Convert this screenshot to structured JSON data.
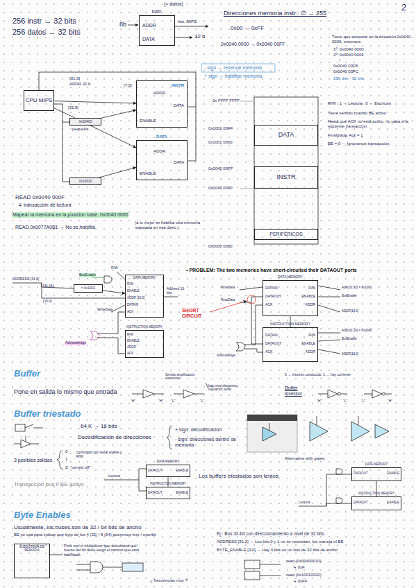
{
  "diagram": {
    "nodes": [
      {
        "text": [
          "Instr.",
          "ADDR",
          "DATA"
        ]
      },
      {
        "text": [
          "CPU MIPS"
        ]
      },
      {
        "text": [
          "INSTR",
          "ADDR",
          "DATA",
          "ENABLE"
        ]
      },
      {
        "text": [
          "DATA",
          "ADDR",
          "DATA",
          "ENABLE"
        ]
      },
      {
        "text": [
          "0x00400"
        ]
      },
      {
        "text": [
          "0x10010"
        ]
      },
      {
        "text": [
          "DATA"
        ]
      },
      {
        "text": [
          "INSTR"
        ]
      },
      {
        "text": [
          "PERIFÉRICOS"
        ]
      },
      {
        "text": [
          "DATA MEMORY",
          "R/W",
          "ENABLE",
          "ADDR [15:0]",
          "DATAIN",
          "ACK"
        ]
      },
      {
        "text": [
          "= 0x1001"
        ]
      },
      {
        "text": [
          "INSTRUCTION MEMORY",
          "R/W",
          "ENABLE",
          "ADDR",
          "ACK"
        ]
      },
      {
        "text": [
          "DATA MEMORY",
          "DATAIN",
          "DATAOUT",
          "ACK",
          "R/W",
          "ENABLE",
          "ADDR"
        ]
      },
      {
        "text": [
          "INSTRUCTION MEMORY",
          "DATAIN",
          "DATAOUT",
          "ACK",
          "R/W",
          "ENABLE",
          "ADDR"
        ]
      },
      {
        "text": [
          "DATA MEMORY",
          "DATAOUT",
          "ENABLE"
        ]
      },
      {
        "text": [
          "INSTRUCTION MEMORY",
          "DATAOUT",
          "ENABLE"
        ]
      },
      {
        "text": [
          "DATA MEMORY",
          "DATAOUT",
          "ENABLE"
        ]
      },
      {
        "text": [
          "INSTRUCTION MEMORY",
          "DATAOUT",
          "ENABLE"
        ]
      },
      {
        "text": [
          "SUBSISTEMA DE MEMORIA"
        ]
      }
    ],
    "edges": [
      {
        "from": 1,
        "to": 2,
        "arrow": "to"
      },
      {
        "from": 1,
        "to": 3,
        "arrow": "to"
      },
      {
        "from": 4,
        "to": 2,
        "arrow": "to"
      },
      {
        "from": 5,
        "to": 3,
        "arrow": "to"
      },
      {
        "from": 10,
        "to": 9,
        "arrow": "to"
      },
      {
        "from": 12,
        "to": 13,
        "arrow": "none"
      },
      {
        "from": 14,
        "to": 15,
        "arrow": "none"
      },
      {
        "from": 16,
        "to": 17,
        "arrow": "none"
      }
    ],
    "labels": [
      "2",
      "256 instr → 32 bits",
      "256 datos → 32 bits",
      "(= datos)",
      "8b",
      "sist. MIPS",
      "32 b",
      "Direcciones memoria instr.: ∅ → 255",
      "0x00 → 0xFF",
      "0x0040 0000 → 0x0040 00FF",
      "Tiene que empezar en la dirección 0x0040 0000, entonces:",
      "1º: 0x0040 0000",
      "2º: 0x0040 0004",
      "⋮",
      "0x0040 03F8",
      "0x0040 03FC",
      "256 dirs · 32 bits",
      "[31:0]",
      "ADDR 32 b",
      "[7:0]",
      "[31:8]",
      "pequeño",
      "- sign → reservar memoria",
      "+ sign → habilitar memoria",
      "0x FFFF FFFF",
      "0x1001 00FF",
      "0x1001 0000",
      "0x0040 00FF",
      "0x0040 0000",
      "0x0000 0000",
      "R/W : 1 → Lectura ; 0 → Escritura",
      "Tiene sentido cuando BE activo",
      "Hasta que ACK no está activo, no pasa a la siguiente transacción",
      "Finalizada: Ack = 1",
      "BE = 0 → Ignoramos transacción.",
      "READ 0x0040 000F",
      "↳ transacción de lectura",
      "Mapear la memoria en la posición base: 0x0040 0000",
      "READ 0x0077A0B1 → No se habilita",
      "(a lo mejor se habilita otra memoria mapeada en esa direc.)",
      "ADDRESS [31:0]",
      "[31:16]",
      "[15:0]",
      "BusEnable",
      "R/W",
      "WriteData",
      "Acknowledge",
      "Address 16 bits",
      "• PROBLEM: The two memories have short-circuited their DATAOUT ports",
      "SHORT CIRCUIT",
      "WriteData",
      "ReadData",
      "Acknowledge",
      "Addr[31:16] = 0x1001",
      "BusEnable",
      "ADDR[15:0]",
      "Addr[31:16] = 0x0040",
      "BusEnable",
      "ADDR[15:0]",
      "Buffer",
      "Pone en salida lo mismo que entrada",
      "Sentido amplificación electrónico",
      "bajo nivel electrónico regulación señal",
      "“H”",
      "“H”",
      "“L”",
      "“L”",
      "Buffer inversor",
      "“H”",
      "“L”",
      "“L”",
      "“H”",
      "0 → electrón conducido; 1 → hay corriente",
      "Buffer triestado",
      "64 K → 16 bits",
      "Decodificación de direcciones",
      "+ sign: decodificación",
      "- sign: direcciones dentro de memoria",
      "3 posibles salidas",
      "0",
      "1",
      "Z: “turned off”",
      "controlado por señal enable y R/W",
      "Transacción bus if BE activo",
      "Lectura",
      "Los buffers triestados son lentos",
      "Alternative with gates:",
      "Lectura",
      "Byte Enables",
      "Usualmente, los buses son de 32 / 64 bits de ancho",
      "BE se usa para indicar qué byte de los 4 (32) / 8 (64) queremos leer / escribir",
      "Pero con el multiplexor que selecciona qué fuente del bit debe elegir el camino que está habilitado",
      "¿ frecuencias muy ?",
      "Ej.: Bus 32-bit con direccionamiento a nivel de 32 bits.",
      "ADDRESS [31:2] → Los bits 0 y 1 no se necesitan, los maneja el BE",
      "BYTE_ENABLE [3:0] → Hay 4 bits en un bus de 32 bits de ancho",
      "read (0x00400010)",
      "↳ 0xF",
      "read (0x10010020)",
      "↳ 0xFF"
    ]
  }
}
